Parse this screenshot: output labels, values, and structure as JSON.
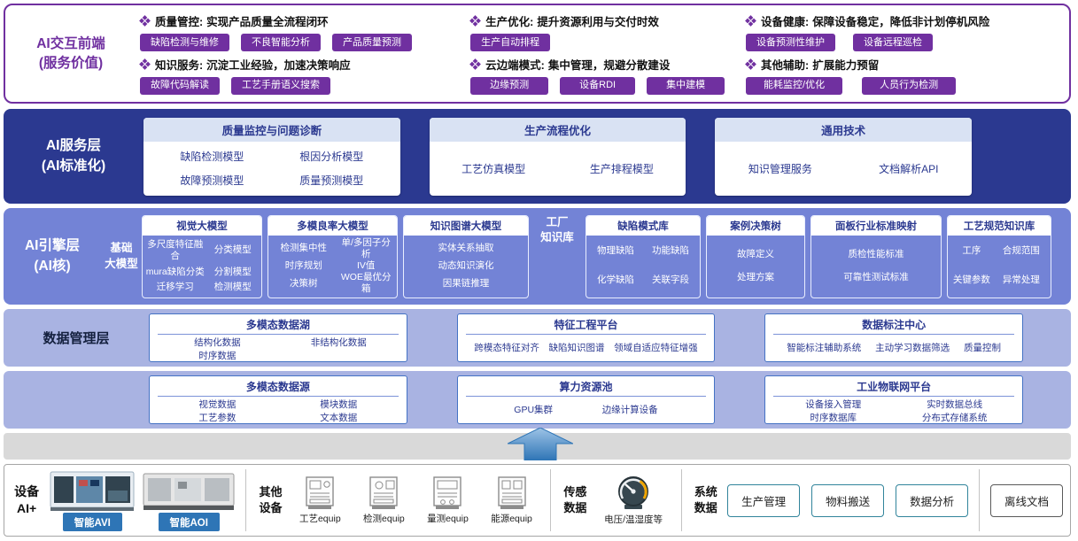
{
  "frontend": {
    "label_line1": "AI交互前端",
    "label_line2": "(服务价值)",
    "groups": [
      {
        "title": "质量管控:",
        "desc": "实现产品质量全流程闭环",
        "buttons": [
          "缺陷检测与维修",
          "不良智能分析",
          "产品质量预测"
        ]
      },
      {
        "title": "生产优化:",
        "desc": "提升资源利用与交付时效",
        "buttons": [
          "生产自动排程"
        ]
      },
      {
        "title": "设备健康:",
        "desc": "保障设备稳定，降低非计划停机风险",
        "buttons": [
          "设备预测性维护",
          "设备远程巡检"
        ]
      },
      {
        "title": "知识服务:",
        "desc": "沉淀工业经验，加速决策响应",
        "buttons": [
          "故障代码解读",
          "工艺手册语义搜索"
        ]
      },
      {
        "title": "云边端模式:",
        "desc": "集中管理，规避分散建设",
        "buttons": [
          "边缘预测",
          "设备RDI",
          "集中建模"
        ]
      },
      {
        "title": "其他辅助:",
        "desc": "扩展能力预留",
        "buttons": [
          "能耗监控/优化",
          "人员行为检测"
        ]
      }
    ]
  },
  "service_layer": {
    "label_line1": "AI服务层",
    "label_line2": "(AI标准化)",
    "cards": [
      {
        "title": "质量监控与问题诊断",
        "items": [
          "缺陷检测模型",
          "根因分析模型",
          "故障预测模型",
          "质量预测模型"
        ]
      },
      {
        "title": "生产流程优化",
        "items": [
          "工艺仿真模型",
          "生产排程模型"
        ]
      },
      {
        "title": "通用技术",
        "items": [
          "知识管理服务",
          "文档解析API"
        ]
      }
    ]
  },
  "engine_layer": {
    "label_line1": "AI引擎层",
    "label_line2": "(AI核)",
    "base_label_line1": "基础",
    "base_label_line2": "大模型",
    "factory_label_line1": "工厂",
    "factory_label_line2": "知识库",
    "model_cards": [
      {
        "title": "视觉大模型",
        "rows": [
          [
            "多尺度特征融合",
            "分类模型"
          ],
          [
            "mura缺陷分类",
            "分割模型"
          ],
          [
            "迁移学习",
            "检测模型"
          ]
        ]
      },
      {
        "title": "多模良率大模型",
        "rows": [
          [
            "检测集中性",
            "单/多因子分析"
          ],
          [
            "时序规划",
            "IV值"
          ],
          [
            "决策树",
            "WOE最优分箱"
          ]
        ]
      },
      {
        "title": "知识图谱大模型",
        "items": [
          "实体关系抽取",
          "动态知识演化",
          "因果链推理"
        ]
      }
    ],
    "kb_cards": [
      {
        "title": "缺陷模式库",
        "rows": [
          [
            "物理缺陷",
            "功能缺陷"
          ],
          [
            "化学缺陷",
            "关联字段"
          ]
        ]
      },
      {
        "title": "案例决策树",
        "items": [
          "故障定义",
          "处理方案"
        ]
      },
      {
        "title": "面板行业标准映射",
        "items": [
          "质检性能标准",
          "可靠性测试标准"
        ]
      },
      {
        "title": "工艺规范知识库",
        "rows": [
          [
            "工序",
            "合规范围"
          ],
          [
            "关键参数",
            "异常处理"
          ]
        ]
      }
    ]
  },
  "data_layer": {
    "label": "数据管理层",
    "cards": [
      {
        "title": "多模态数据湖",
        "cells": [
          "结构化数据",
          "非结构化数据",
          "时序数据"
        ]
      },
      {
        "title": "特征工程平台",
        "items": [
          "跨模态特征对齐",
          "缺陷知识图谱",
          "领域自适应特征增强"
        ]
      },
      {
        "title": "数据标注中心",
        "items": [
          "智能标注辅助系统",
          "主动学习数据筛选",
          "质量控制"
        ]
      }
    ]
  },
  "infra_layer": {
    "cards": [
      {
        "title": "多模态数据源",
        "rows": [
          [
            "视觉数据",
            "模块数据"
          ],
          [
            "工艺参数",
            "文本数据"
          ]
        ]
      },
      {
        "title": "算力资源池",
        "items": [
          "GPU集群",
          "边缘计算设备"
        ]
      },
      {
        "title": "工业物联网平台",
        "rows": [
          [
            "设备接入管理",
            "实时数据总线"
          ],
          [
            "时序数据库",
            "分布式存储系统"
          ]
        ]
      }
    ]
  },
  "devices": {
    "label_line1": "设备",
    "label_line2": "AI+",
    "avi_label": "智能AVI",
    "aoi_label": "智能AOI",
    "other_line1": "其他",
    "other_line2": "设备",
    "equipment": [
      "工艺equip",
      "检测equip",
      "量测equip",
      "能源equip"
    ],
    "sensor_line1": "传感",
    "sensor_line2": "数据",
    "sensor_caption": "电压/温湿度等",
    "system_line1": "系统",
    "system_line2": "数据",
    "system_boxes": [
      "生产管理",
      "物料搬送",
      "数据分析"
    ],
    "offline_box": "离线文档"
  },
  "colors": {
    "purple": "#7030A0",
    "dark_blue": "#2B3990",
    "engine_blue": "#7383D6",
    "light_band_blue": "#A9B3E2",
    "card_border_blue": "#4472C4",
    "device_label_blue": "#2E75B6"
  }
}
